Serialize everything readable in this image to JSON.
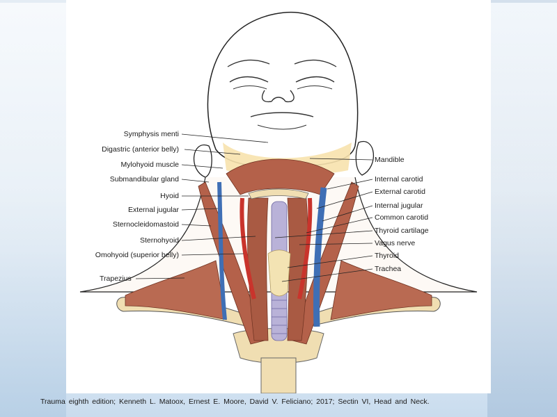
{
  "figure": {
    "labels_left": [
      "Symphysis menti",
      "Digastric (anterior belly)",
      "Mylohyoid muscle",
      "Submandibular gland",
      "Hyoid",
      "External jugular",
      "Sternocleidomastoid",
      "Sternohyoid",
      "Omohyoid (superior belly)",
      "Trapezius"
    ],
    "labels_right": [
      "Mandible",
      "Internal carotid",
      "External carotid",
      "Internal jugular",
      "Common carotid",
      "Thyroid cartilage",
      "Vagus nerve",
      "Thyroid",
      "Trachea"
    ]
  },
  "caption": "Trauma  eighth  edition;  Kenneth  L. Matoox,  Ernest E. Moore,  David  V. Feliciano;  2017; Sectin  VI, Head and Neck.",
  "colors": {
    "muscle": "#b4614a",
    "artery": "#c9342c",
    "vein": "#3f6fb5",
    "bone": "#f0deb2",
    "trachea": "#b9b2d8",
    "thyroid": "#f3e3b3"
  }
}
